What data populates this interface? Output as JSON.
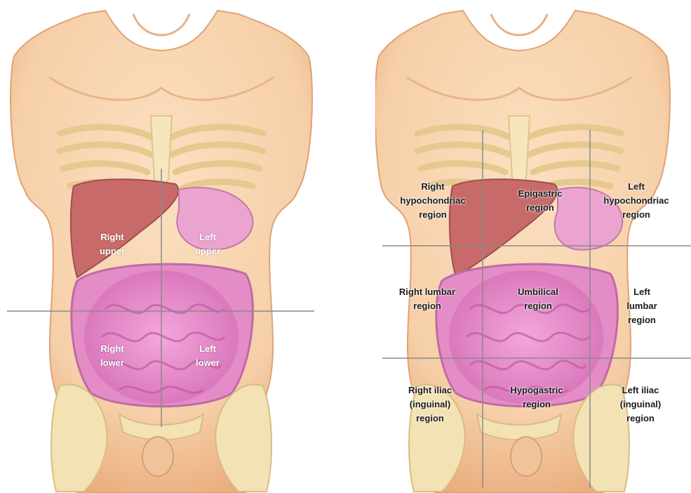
{
  "quadrants": {
    "right_upper": "Right\nupper",
    "left_upper": "Left\nupper",
    "right_lower": "Right\nlower",
    "left_lower": "Left\nlower"
  },
  "regions": {
    "right_hypochondriac": "Right\nhypochondriac\nregion",
    "epigastric": "Epigastric\nregion",
    "left_hypochondriac": "Left\nhypochondriac\nregion",
    "right_lumbar": "Right lumbar\nregion",
    "umbilical": "Umbilical\nregion",
    "left_lumbar": "Left lumbar\nregion",
    "right_iliac": "Right iliac\n(inguinal)\nregion",
    "hypogastric": "Hypogastric\nregion",
    "left_iliac": "Left iliac\n(inguinal)\nregion"
  },
  "colors": {
    "skin": "#f6cfa8",
    "skin_shadow": "#e9aa7a",
    "bone": "#f3e2b3",
    "liver": "#c96a6a",
    "intestine": "#e58ac8",
    "divider": "#8a8a8a"
  }
}
